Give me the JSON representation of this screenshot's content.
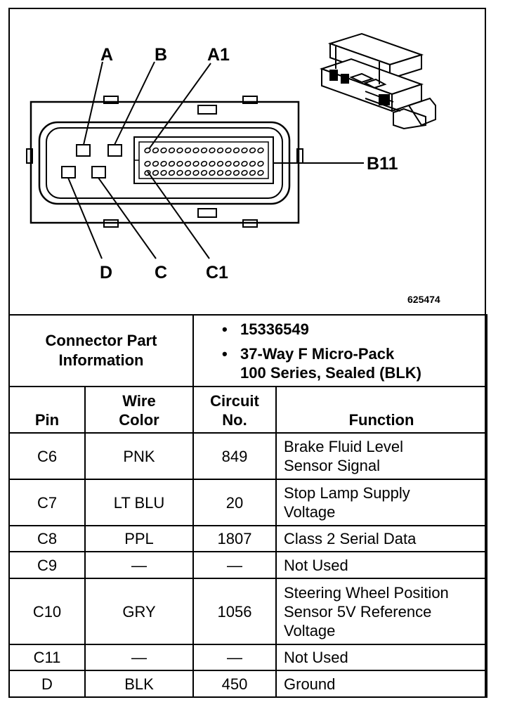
{
  "diagram": {
    "labels": {
      "A": "A",
      "B": "B",
      "A1": "A1",
      "B11": "B11",
      "D": "D",
      "C": "C",
      "C1": "C1"
    },
    "part_number": "625474"
  },
  "connector_info": {
    "label": "Connector Part Information",
    "bullet": "•",
    "items": [
      "15336549",
      "37-Way F Micro-Pack",
      "100 Series, Sealed (BLK)"
    ]
  },
  "table": {
    "headers": {
      "pin": "Pin",
      "wire_color_1": "Wire",
      "wire_color_2": "Color",
      "circuit_1": "Circuit",
      "circuit_2": "No.",
      "function": "Function"
    },
    "rows": [
      {
        "pin": "C6",
        "color": "PNK",
        "circuit": "849",
        "function": [
          "Brake Fluid Level",
          "Sensor Signal"
        ]
      },
      {
        "pin": "C7",
        "color": "LT BLU",
        "circuit": "20",
        "function": [
          "Stop Lamp Supply",
          "Voltage"
        ]
      },
      {
        "pin": "C8",
        "color": "PPL",
        "circuit": "1807",
        "function": [
          "Class 2 Serial Data"
        ]
      },
      {
        "pin": "C9",
        "color": "—",
        "circuit": "—",
        "function": [
          "Not Used"
        ]
      },
      {
        "pin": "C10",
        "color": "GRY",
        "circuit": "1056",
        "function": [
          "Steering Wheel Position",
          "Sensor 5V Reference",
          "Voltage"
        ]
      },
      {
        "pin": "C11",
        "color": "—",
        "circuit": "—",
        "function": [
          "Not Used"
        ]
      },
      {
        "pin": "D",
        "color": "BLK",
        "circuit": "450",
        "function": [
          "Ground"
        ]
      }
    ]
  }
}
